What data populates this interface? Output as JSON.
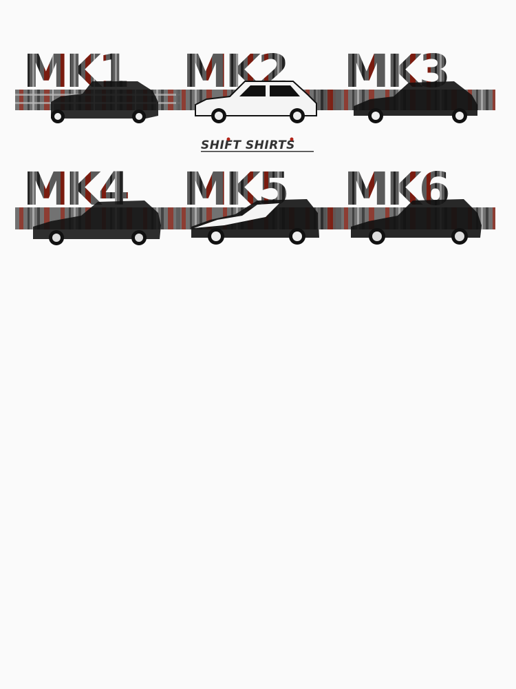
{
  "design": {
    "logo_text": "SHIFT SHIRTS",
    "palette": {
      "plaid_red": "#7a1c10",
      "plaid_grey": "#6b6b6b",
      "plaid_dark": "#1e1e1e",
      "car_black": "#111111",
      "background": "#fafafa"
    },
    "generations": [
      {
        "label": "MK1",
        "car_icon": "boxy-hatchback-icon"
      },
      {
        "label": "MK2",
        "car_icon": "white-hatchback-icon"
      },
      {
        "label": "MK3",
        "car_icon": "sedan-icon"
      },
      {
        "label": "MK4",
        "car_icon": "hatchback-icon"
      },
      {
        "label": "MK5",
        "car_icon": "white-hatchback-icon"
      },
      {
        "label": "MK6",
        "car_icon": "hatchback-icon"
      }
    ]
  }
}
